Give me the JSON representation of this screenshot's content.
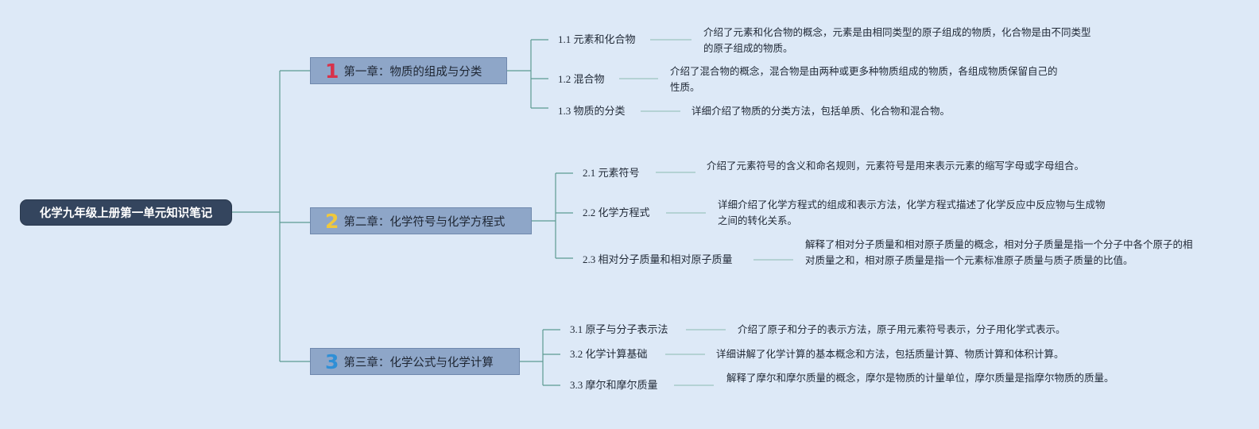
{
  "root": {
    "title": "化学九年级上册第一单元知识笔记"
  },
  "colors": {
    "background": "#dde9f7",
    "root_fill": "#34455e",
    "chapter_fill": "#8ea6c8",
    "connector": "#5d9a92",
    "num_1": "#d8324a",
    "num_2": "#f0c83c",
    "num_3": "#2f8fd6"
  },
  "chapters": [
    {
      "num": "1",
      "title": "第一章：物质的组成与分类",
      "sections": [
        {
          "label": "1.1 元素和化合物",
          "desc": "介绍了元素和化合物的概念，元素是由相同类型的原子组成的物质，化合物是由不同类型的原子组成的物质。"
        },
        {
          "label": "1.2 混合物",
          "desc": "介绍了混合物的概念，混合物是由两种或更多种物质组成的物质，各组成物质保留自己的性质。"
        },
        {
          "label": "1.3 物质的分类",
          "desc": "详细介绍了物质的分类方法，包括单质、化合物和混合物。"
        }
      ]
    },
    {
      "num": "2",
      "title": "第二章：化学符号与化学方程式",
      "sections": [
        {
          "label": "2.1 元素符号",
          "desc": "介绍了元素符号的含义和命名规则，元素符号是用来表示元素的缩写字母或字母组合。"
        },
        {
          "label": "2.2 化学方程式",
          "desc": "详细介绍了化学方程式的组成和表示方法，化学方程式描述了化学反应中反应物与生成物之间的转化关系。"
        },
        {
          "label": "2.3 相对分子质量和相对原子质量",
          "desc": "解释了相对分子质量和相对原子质量的概念，相对分子质量是指一个分子中各个原子的相对质量之和，相对原子质量是指一个元素标准原子质量与质子质量的比值。"
        }
      ]
    },
    {
      "num": "3",
      "title": "第三章：化学公式与化学计算",
      "sections": [
        {
          "label": "3.1 原子与分子表示法",
          "desc": "介绍了原子和分子的表示方法，原子用元素符号表示，分子用化学式表示。"
        },
        {
          "label": "3.2 化学计算基础",
          "desc": "详细讲解了化学计算的基本概念和方法，包括质量计算、物质计算和体积计算。"
        },
        {
          "label": "3.3 摩尔和摩尔质量",
          "desc": "解释了摩尔和摩尔质量的概念，摩尔是物质的计量单位，摩尔质量是指摩尔物质的质量。"
        }
      ]
    }
  ]
}
